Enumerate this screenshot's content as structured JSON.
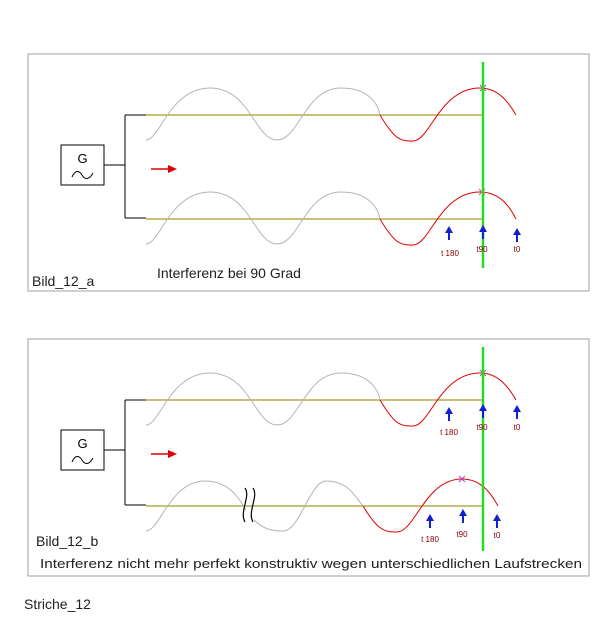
{
  "panels": [
    {
      "label": "Bild_12_a",
      "caption": "Interferenz bei 90 Grad",
      "generator_label": "G",
      "generator_symbol": "~",
      "markers_top": [],
      "markers_bottom": [
        "t 180",
        "t90",
        "t0"
      ]
    },
    {
      "label": "Bild_12_b",
      "caption": "Interferenz nicht mehr perfekt konstruktiv wegen unterschiedlichen Laufstrecken",
      "generator_label": "G",
      "generator_symbol": "~",
      "markers_top": [
        "t 180",
        "t90",
        "t0"
      ],
      "markers_bottom": [
        "t 180",
        "t90",
        "t0"
      ]
    }
  ],
  "footer": "Striche_12",
  "colors": {
    "frame": "#a0a0a0",
    "gray_wave": "#b4b4b4",
    "red_wave": "#e00000",
    "line": "#a89a20",
    "green": "#22dd22",
    "marker": "#1020d0",
    "marker_text": "#800000",
    "arrow": "#e00000"
  }
}
